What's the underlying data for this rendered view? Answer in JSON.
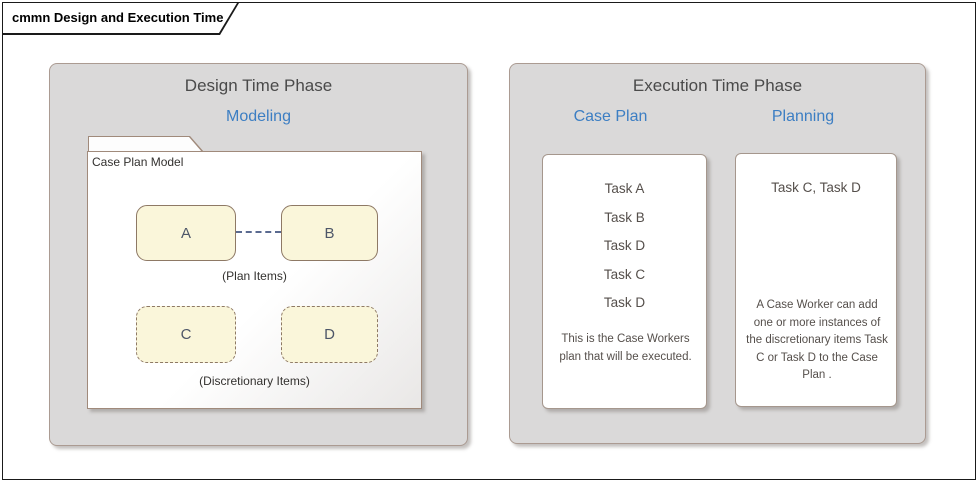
{
  "frame": {
    "title": "cmmn Design and Execution Time"
  },
  "design_phase": {
    "title": "Design Time Phase",
    "stage_label": "Modeling",
    "case_plan_model": {
      "label": "Case Plan Model",
      "plan_items": {
        "caption": "(Plan Items)",
        "tasks": [
          "A",
          "B"
        ]
      },
      "discretionary_items": {
        "caption": "(Discretionary Items)",
        "tasks": [
          "C",
          "D"
        ]
      }
    }
  },
  "execution_phase": {
    "title": "Execution Time Phase",
    "case_plan": {
      "label": "Case Plan",
      "tasks": [
        "Task A",
        "Task B",
        "Task D",
        "Task C",
        "Task D"
      ],
      "note": "This is the Case Workers plan that will be executed."
    },
    "planning": {
      "label": "Planning",
      "tasks": "Task C, Task D",
      "note": "A Case Worker can add one or more instances of the discretionary items Task C or Task D to the Case Plan ."
    }
  },
  "colors": {
    "accent_blue": "#3c7ec3",
    "panel_gray": "#dad9d9",
    "panel_border": "#ab9b92",
    "shape_cream": "#faf6da",
    "shape_border": "#8e7965",
    "connector": "#5a6a90",
    "frame_border": "#1a1a1a"
  }
}
